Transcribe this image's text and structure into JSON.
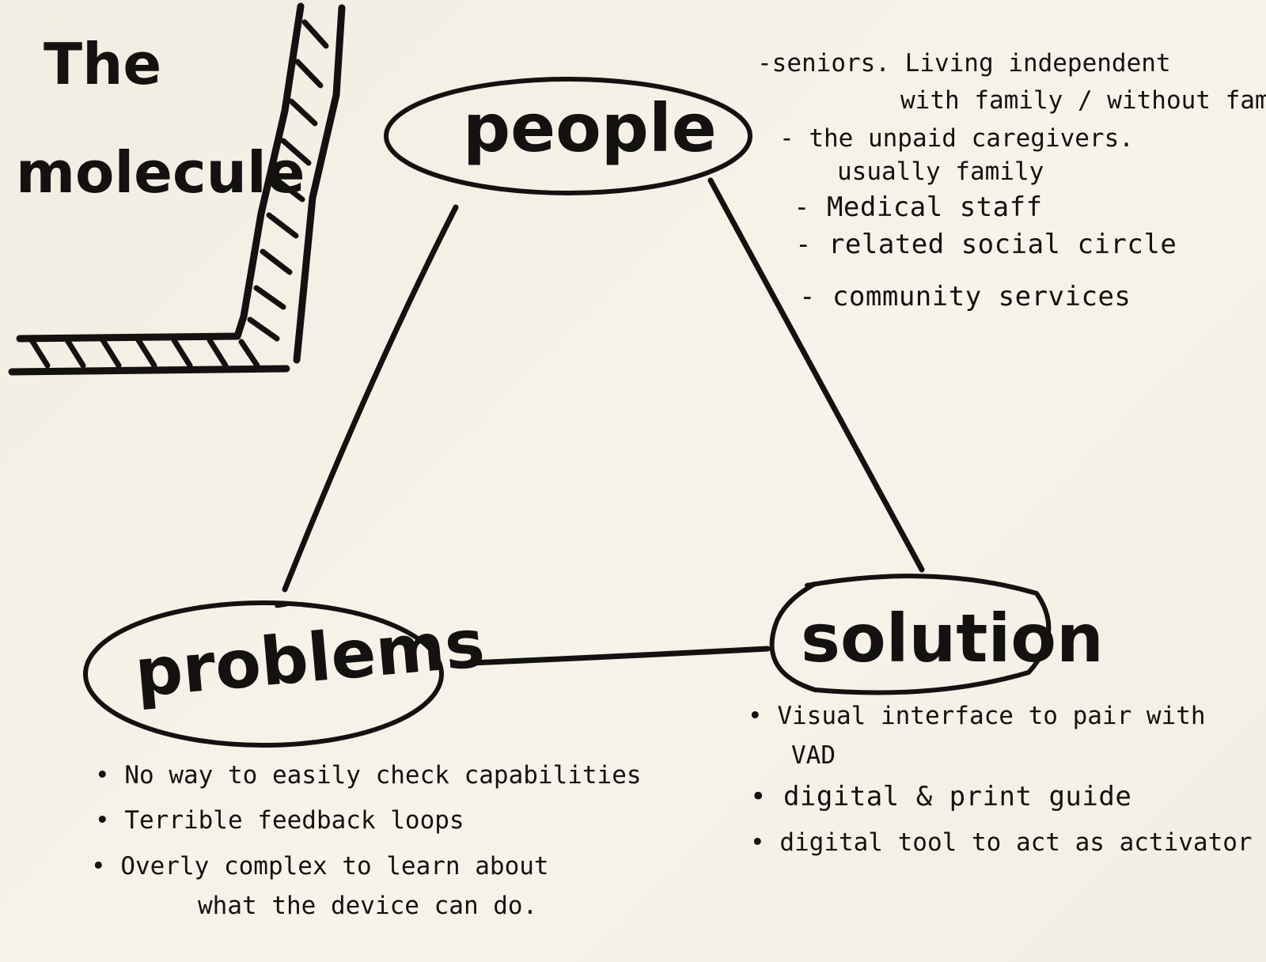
{
  "title": {
    "line1": "The",
    "line2": "molecule"
  },
  "nodes": {
    "people": "people",
    "problems": "problems",
    "solution": "solution"
  },
  "people_notes": {
    "item1_line1": "-seniors. Living independent",
    "item1_line2": "with family / without family",
    "item2_line1": "- the unpaid caregivers.",
    "item2_line2": "usually family",
    "item3": "- Medical staff",
    "item4": "- related social circle",
    "item5": "- community services"
  },
  "problems_notes": {
    "item1": "• No way to easily check capabilities",
    "item2": "• Terrible feedback loops",
    "item3_line1": "• Overly complex to learn about",
    "item3_line2": "what the device can do."
  },
  "solution_notes": {
    "item1_line1": "• Visual interface to pair with",
    "item1_line2": "VAD",
    "item2": "• digital & print guide",
    "item3": "• digital tool to act as activator"
  }
}
